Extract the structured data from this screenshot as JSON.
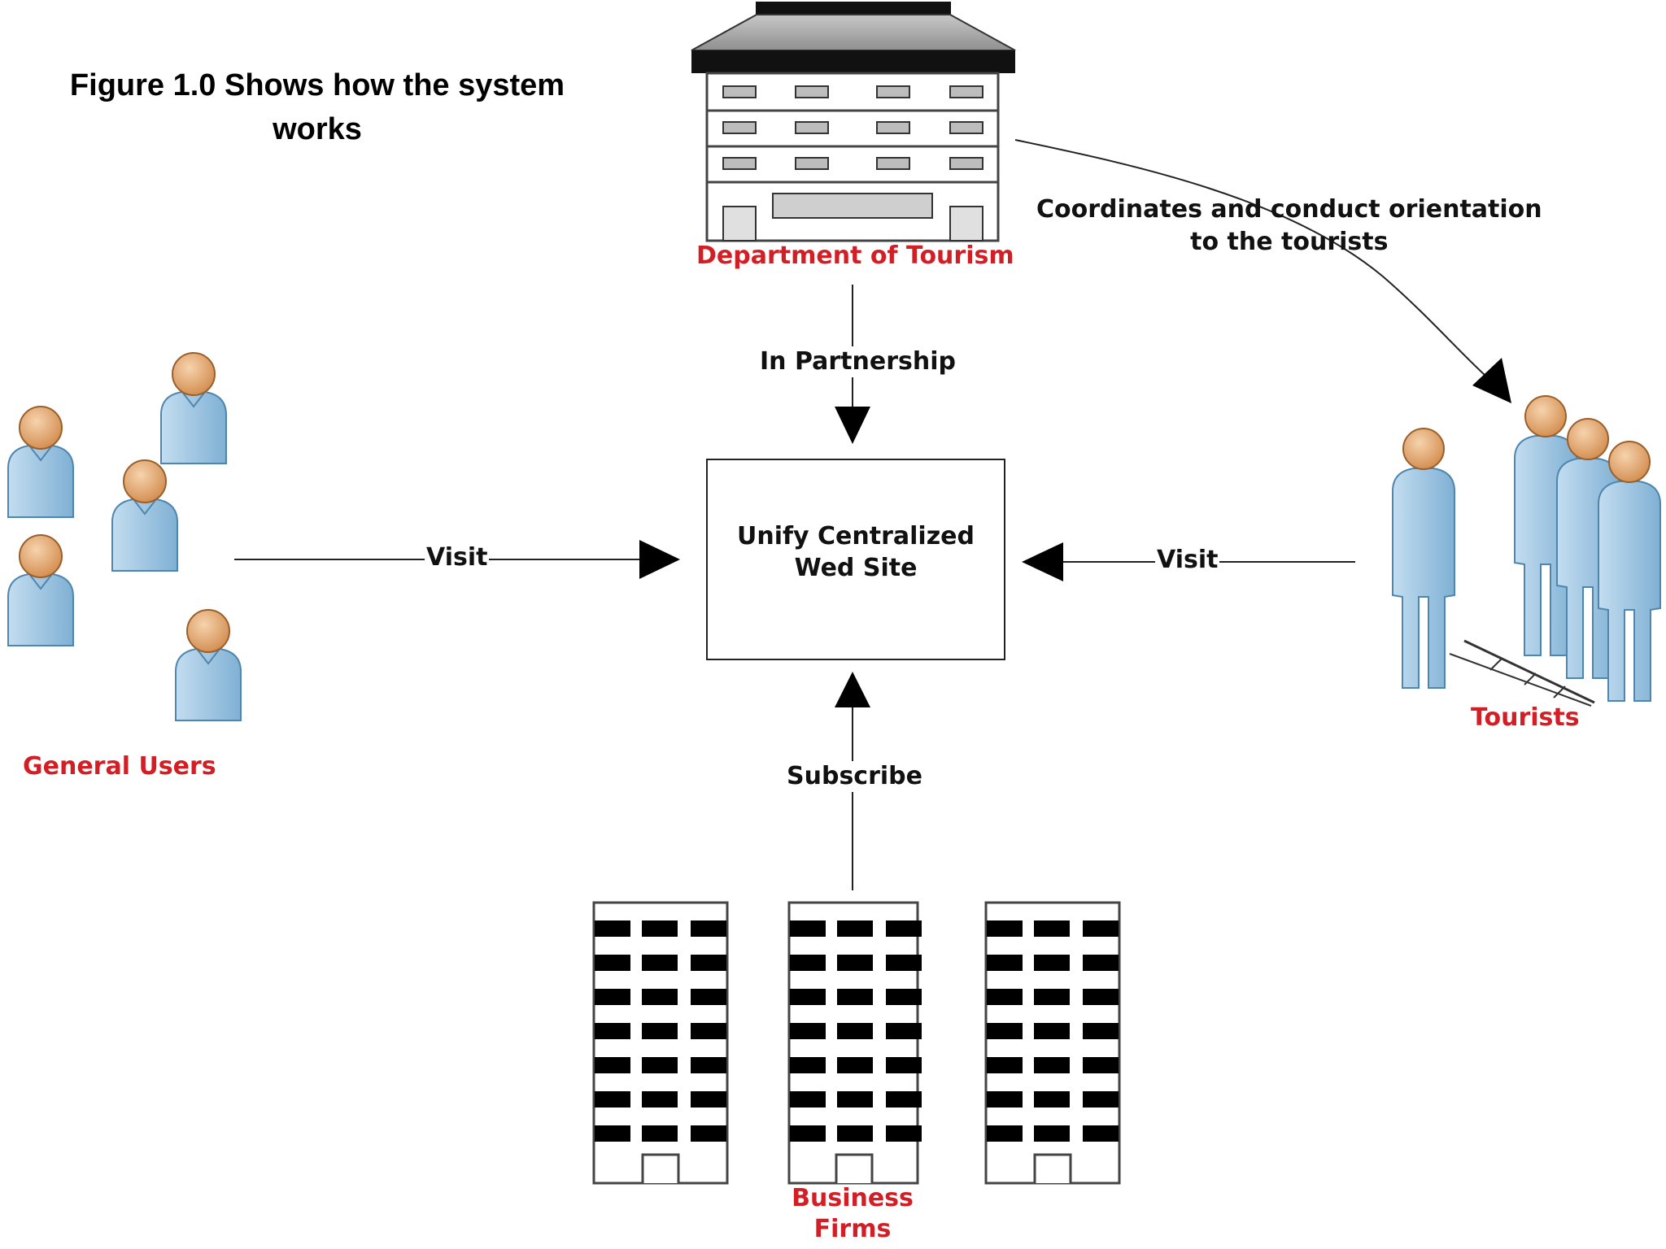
{
  "figure": {
    "caption_line1": "Figure 1.0  Shows how the system",
    "caption_line2": "works"
  },
  "nodes": {
    "department": "Department of Tourism",
    "center_line1": "Unify Centralized",
    "center_line2": "Wed Site",
    "general_users": "General Users",
    "tourists": "Tourists",
    "business_line1": "Business",
    "business_line2": "Firms"
  },
  "edges": {
    "coordinates_line1": "Coordinates and conduct orientation",
    "coordinates_line2": "to the tourists",
    "partnership": "In Partnership",
    "visit_left": "Visit",
    "visit_right": "Visit",
    "subscribe": "Subscribe"
  },
  "colors": {
    "node_label": "#d21f26",
    "person_body": "#a9cce3",
    "person_head": "#eab078",
    "building_roof": "#a8a8a8"
  }
}
